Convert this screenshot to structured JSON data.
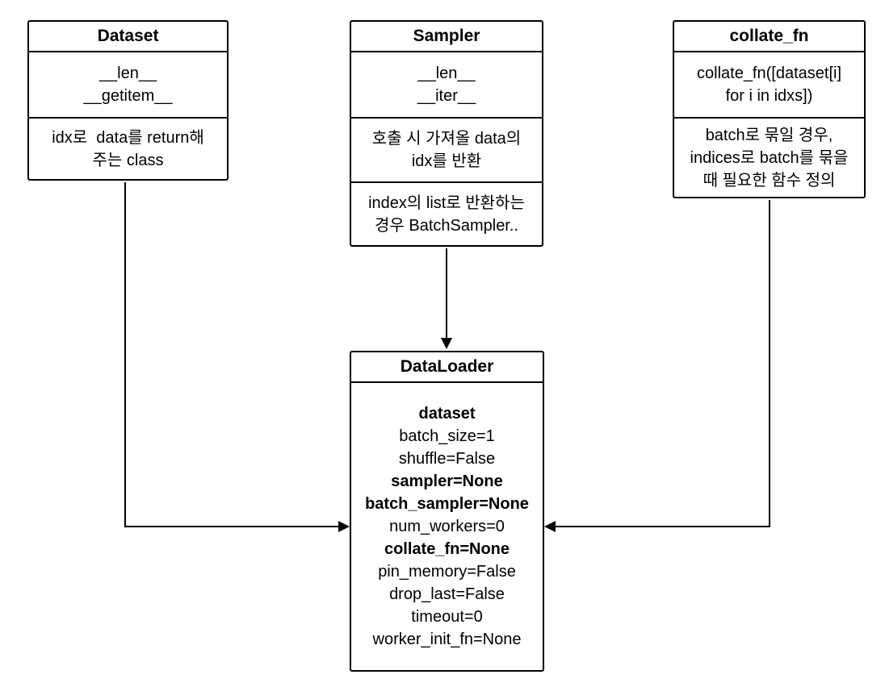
{
  "diagram": {
    "colors": {
      "background": "#ffffff",
      "stroke": "#000000",
      "text": "#000000"
    },
    "nodes": {
      "dataset": {
        "title": "Dataset",
        "methods": "__len__\n__getitem__",
        "description": "idx로  data를 return해\n주는 class"
      },
      "sampler": {
        "title": "Sampler",
        "methods": "__len__\n__iter__",
        "description": "호출 시 가져올 data의\nidx를 반환",
        "note": "index의 list로 반환하는\n경우 BatchSampler.."
      },
      "collate_fn": {
        "title": "collate_fn",
        "signature": "collate_fn([dataset[i]\nfor i in idxs])",
        "description": "batch로 묶일 경우,\nindices로 batch를 묶을\n때 필요한 함수 정의"
      },
      "dataloader": {
        "title": "DataLoader",
        "params": [
          {
            "text": "dataset",
            "bold": true
          },
          {
            "text": "batch_size=1",
            "bold": false
          },
          {
            "text": "shuffle=False",
            "bold": false
          },
          {
            "text": "sampler=None",
            "bold": true
          },
          {
            "text": "batch_sampler=None",
            "bold": true
          },
          {
            "text": "num_workers=0",
            "bold": false
          },
          {
            "text": "collate_fn=None",
            "bold": true
          },
          {
            "text": "pin_memory=False",
            "bold": false
          },
          {
            "text": "drop_last=False",
            "bold": false
          },
          {
            "text": "timeout=0",
            "bold": false
          },
          {
            "text": "worker_init_fn=None",
            "bold": false
          }
        ]
      }
    },
    "edges": [
      {
        "from": "Dataset",
        "to": "DataLoader"
      },
      {
        "from": "Sampler",
        "to": "DataLoader"
      },
      {
        "from": "collate_fn",
        "to": "DataLoader"
      }
    ]
  }
}
